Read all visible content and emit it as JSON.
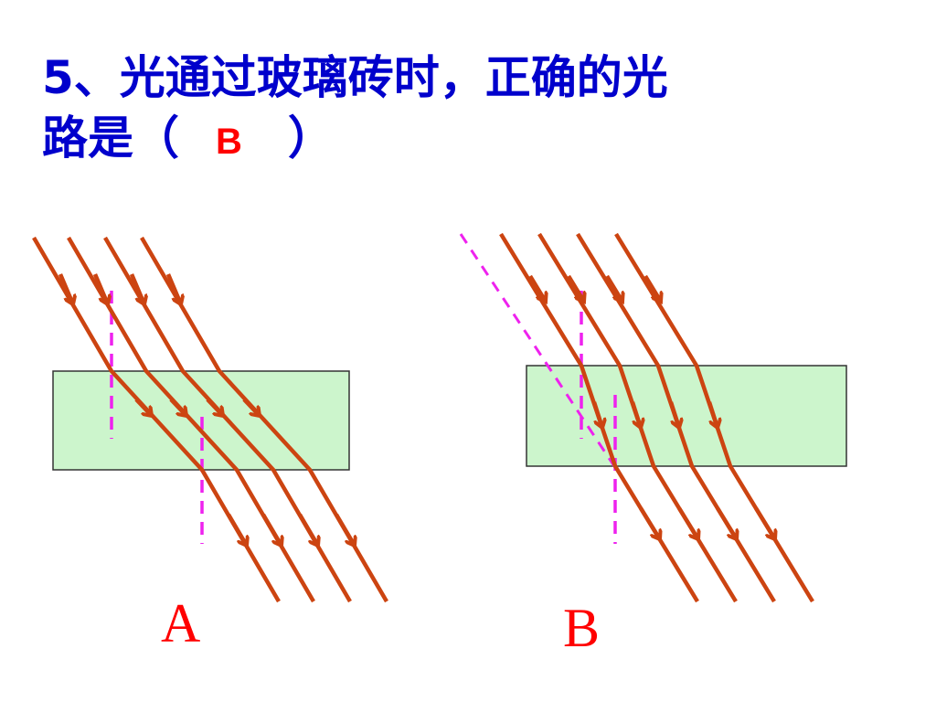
{
  "question": {
    "line1": "5、光通过玻璃砖时，正确的光",
    "line2_prefix": "路是（",
    "answer": "B",
    "line2_suffix": "）"
  },
  "diagrams": [
    {
      "label": "A"
    },
    {
      "label": "B"
    }
  ],
  "colors": {
    "text": "#0000cc",
    "answer": "#ff0000",
    "ray": "#cc4411",
    "normal": "#ee22ee",
    "glass_fill": "#ccf5cc",
    "glass_border": "#333333"
  }
}
